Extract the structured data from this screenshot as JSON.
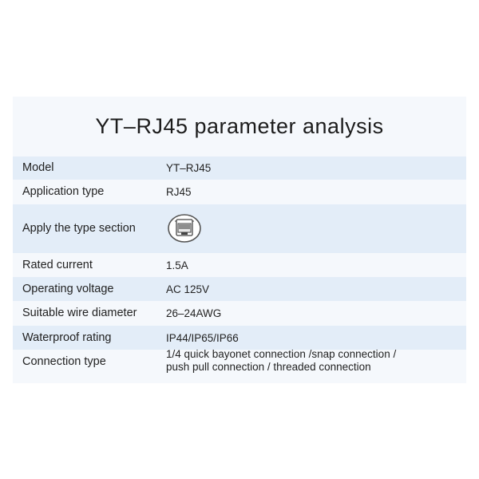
{
  "title": "YT–RJ45 parameter analysis",
  "rows": [
    {
      "label": "Model",
      "value": "YT–RJ45"
    },
    {
      "label": "Application type",
      "value": "RJ45"
    },
    {
      "label": "Apply the type section",
      "icon": "rj45-connector-icon"
    },
    {
      "label": "Rated current",
      "value": "1.5A"
    },
    {
      "label": "Operating voltage",
      "value": "AC 125V"
    },
    {
      "label": "Suitable wire diameter",
      "value": "26–24AWG"
    },
    {
      "label": "Waterproof rating",
      "value": "IP44/IP65/IP66"
    },
    {
      "label": "Connection type",
      "value_lines": [
        "1/4 quick bayonet connection /snap connection /",
        "push pull connection / threaded connection"
      ]
    }
  ]
}
